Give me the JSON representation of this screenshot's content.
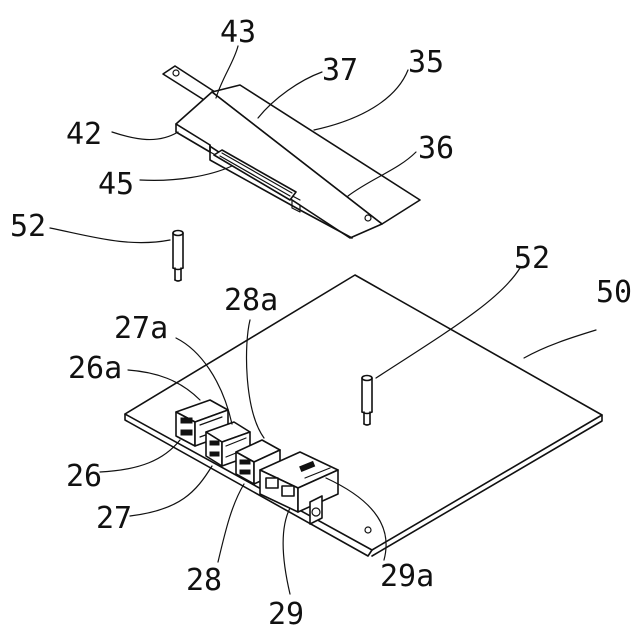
{
  "labels": {
    "n43": "43",
    "n37": "37",
    "n35": "35",
    "n42": "42",
    "n36": "36",
    "n45": "45",
    "n52_left": "52",
    "n52_right": "52",
    "n50": "50",
    "n28a": "28a",
    "n27a": "27a",
    "n26a": "26a",
    "n26": "26",
    "n27": "27",
    "n28": "28",
    "n29": "29",
    "n29a": "29a"
  },
  "colors": {
    "ink": "#111111",
    "paper": "#ffffff"
  }
}
